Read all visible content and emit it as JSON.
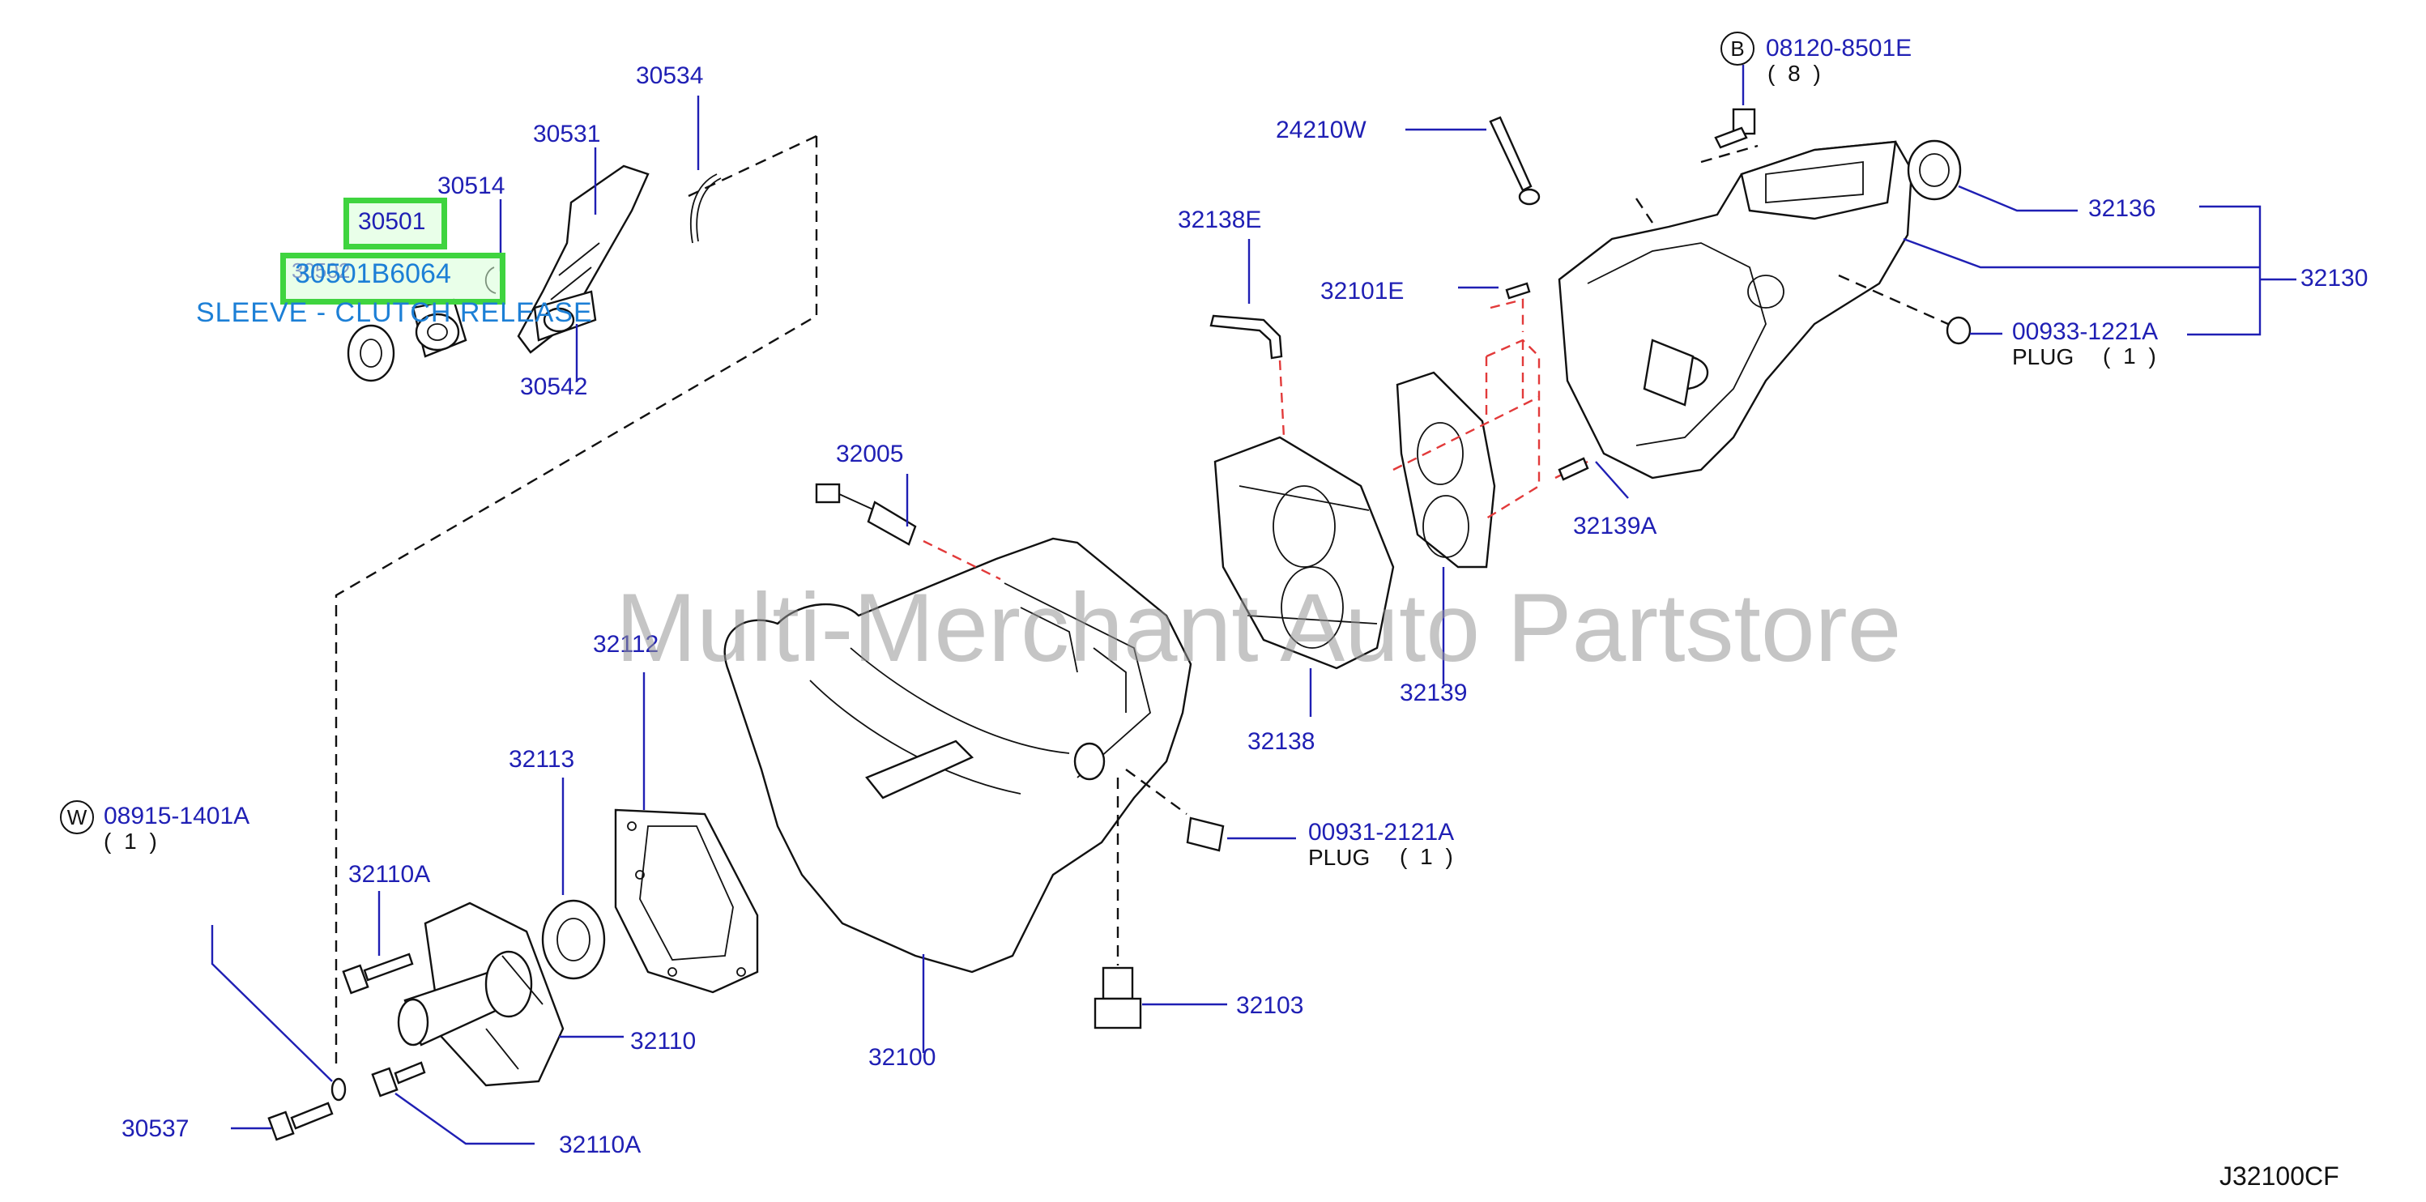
{
  "labels": {
    "p30534": "30534",
    "p30531": "30531",
    "p30514": "30514",
    "p30501": "30501",
    "p30502": "30502",
    "p30542": "30542",
    "p24210w": "24210W",
    "p32138e": "32138E",
    "p32101e": "32101E",
    "p08120": "08120-8501E",
    "p08120_qty": "( 8 )",
    "p32136": "32136",
    "p32130": "32130",
    "p00933": "00933-1221A",
    "p00933_note": "PLUG",
    "p00933_qty": "( 1 )",
    "p32005": "32005",
    "p32139a": "32139A",
    "p32112": "32112",
    "p32139": "32139",
    "p32138": "32138",
    "p32113": "32113",
    "p08915": "08915-1401A",
    "p08915_qty": "( 1 )",
    "p32110a_top": "32110A",
    "p00931": "00931-2121A",
    "p00931_note": "PLUG",
    "p00931_qty": "( 1 )",
    "p32110": "32110",
    "p32103": "32103",
    "p32100": "32100",
    "p30537": "30537",
    "p32110a_bottom": "32110A"
  },
  "callouts": {
    "b_letter": "B",
    "w_letter": "W"
  },
  "highlight": {
    "part_number": "30501B6064",
    "description": "SLEEVE - CLUTCH RELEASE",
    "color": "#3fd43f"
  },
  "watermark": "Multi-Merchant Auto Partstore",
  "diagram_code": "J32100CF",
  "colors": {
    "label": "#1f1fb4",
    "guide_lines_red": "#e23a3a",
    "highlight_text": "#1c7fd6"
  }
}
